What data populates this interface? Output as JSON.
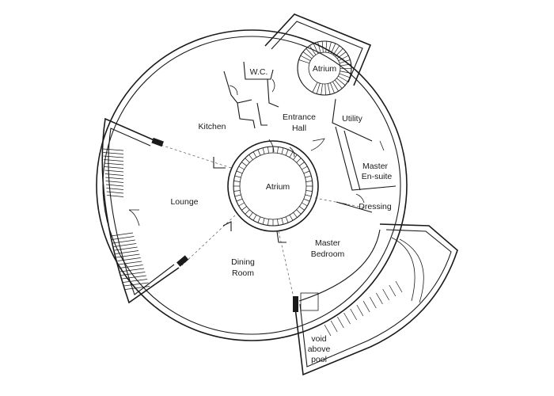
{
  "rooms": {
    "atrium_top": "Atrium",
    "wc": "W.C.",
    "kitchen": "Kitchen",
    "entrance_hall_1": "Entrance",
    "entrance_hall_2": "Hall",
    "utility": "Utility",
    "atrium_center": "Atrium",
    "master_ensuite_1": "Master",
    "master_ensuite_2": "En-suite",
    "lounge": "Lounge",
    "dressing": "Dressing",
    "master_bedroom_1": "Master",
    "master_bedroom_2": "Bedroom",
    "dining_room_1": "Dining",
    "dining_room_2": "Room",
    "void_1": "void",
    "void_2": "above",
    "void_3": "pool"
  }
}
